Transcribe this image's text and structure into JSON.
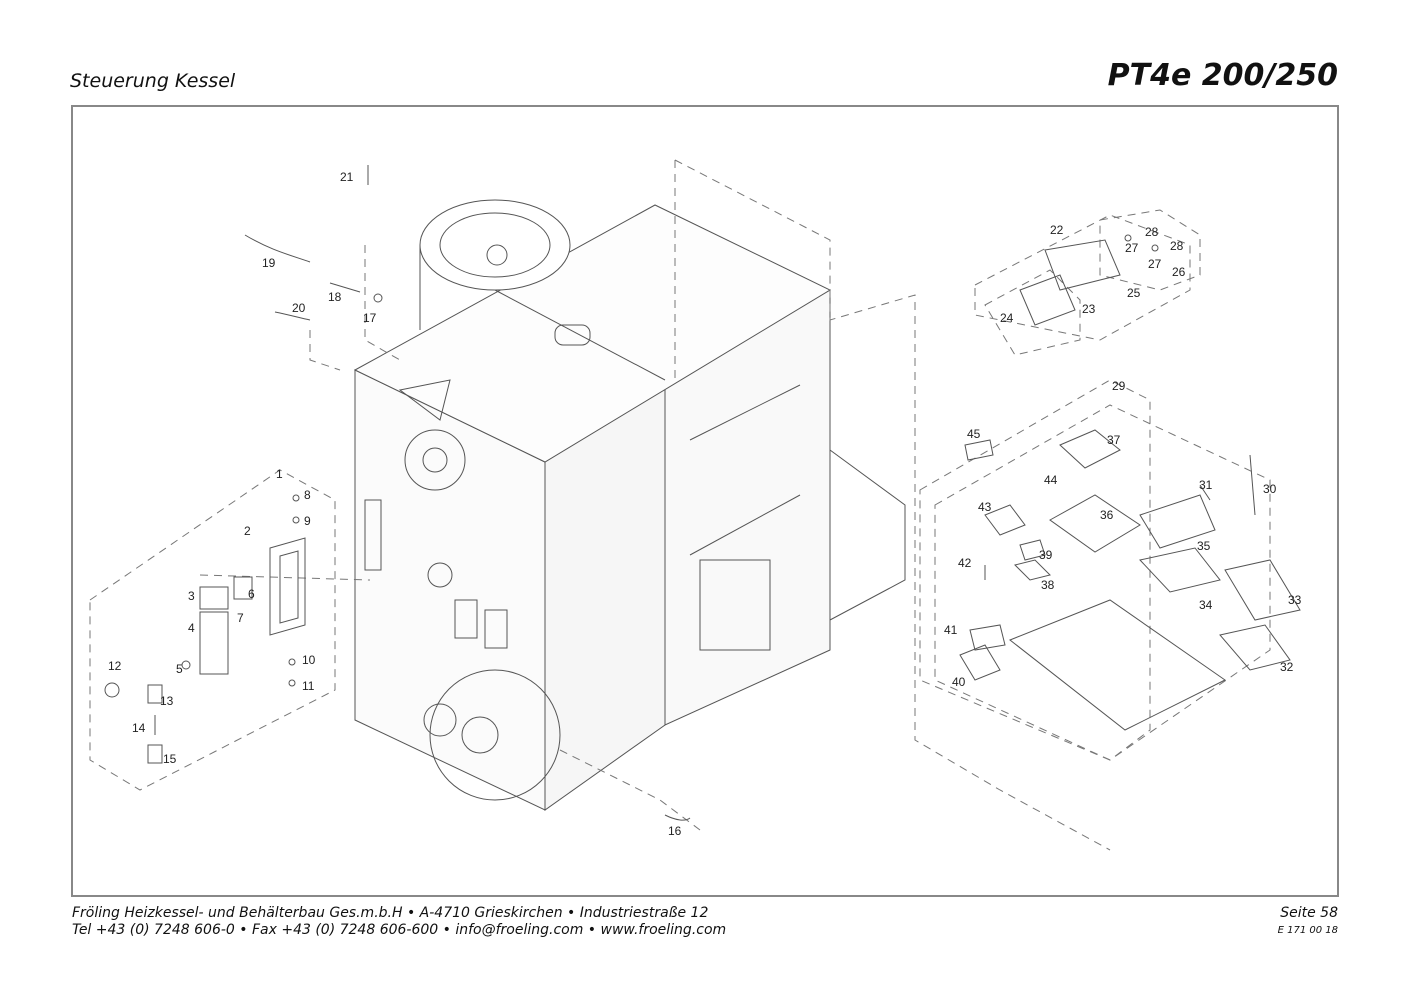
{
  "header": {
    "subtitle": "Steuerung Kessel",
    "model": "PT4e 200/250"
  },
  "footer": {
    "company_line": "Fröling Heizkessel- und Behälterbau Ges.m.b.H  •  A-4710 Grieskirchen  •  Industriestraße 12",
    "contact_line": "Tel +43 (0) 7248 606-0  •  Fax +43 (0) 7248 606-600  •  info@froeling.com  •  www.froeling.com",
    "page": "Seite 58",
    "doc_code": "E 171 00 18"
  },
  "callouts": [
    "1",
    "2",
    "3",
    "4",
    "5",
    "6",
    "7",
    "8",
    "9",
    "10",
    "11",
    "12",
    "13",
    "14",
    "15",
    "16",
    "17",
    "18",
    "19",
    "20",
    "21",
    "22",
    "23",
    "24",
    "25",
    "26",
    "27",
    "27",
    "28",
    "28",
    "29",
    "30",
    "31",
    "32",
    "33",
    "34",
    "35",
    "36",
    "37",
    "38",
    "39",
    "40",
    "41",
    "42",
    "43",
    "44",
    "45"
  ]
}
